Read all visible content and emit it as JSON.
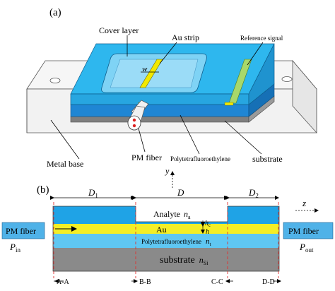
{
  "panel_a": {
    "panel_label": "(a)",
    "labels": {
      "cover_layer": "Cover layer",
      "au_strip": "Au strip",
      "reference_signal": "Reference signal",
      "w": "w",
      "metal_base": "Metal base",
      "pm_fiber": "PM fiber",
      "polytetrafluoroethylene": "Polytetrafluoroethylene",
      "substrate": "substrate",
      "y_axis": "y"
    }
  },
  "panel_b": {
    "panel_label": "(b)",
    "dims": {
      "d1": "D",
      "d1_sub": "1",
      "d": "D",
      "d2": "D",
      "d2_sub": "2"
    },
    "layers": {
      "analyte": "Analyte",
      "analyte_n": "n",
      "analyte_n_sub": "a",
      "au": "Au",
      "ptfe": "Polytetrafluoroethylene",
      "ptfe_n": "n",
      "ptfe_n_sub": "t",
      "substrate": "substrate",
      "substrate_n": "n",
      "substrate_n_sub": "Si",
      "h_top": "h",
      "h_top_sub": "c",
      "h_bottom": "h"
    },
    "fiber_in": {
      "label": "PM fiber",
      "p": "P",
      "p_sub": "in"
    },
    "fiber_out": {
      "label": "PM fiber",
      "p": "P",
      "p_sub": "out"
    },
    "z_axis": "z",
    "sections": [
      "A-A",
      "B-B",
      "C-C",
      "D-D"
    ]
  },
  "colors": {
    "cyan": "#1fa3e6",
    "light_cyan": "#5fc7f2",
    "gold": "#f4ee26",
    "grey": "#8a8a8a",
    "red_dash": "#e03030",
    "green_strip": "#a8d86a",
    "fiber_box": "#4fb2e8"
  }
}
